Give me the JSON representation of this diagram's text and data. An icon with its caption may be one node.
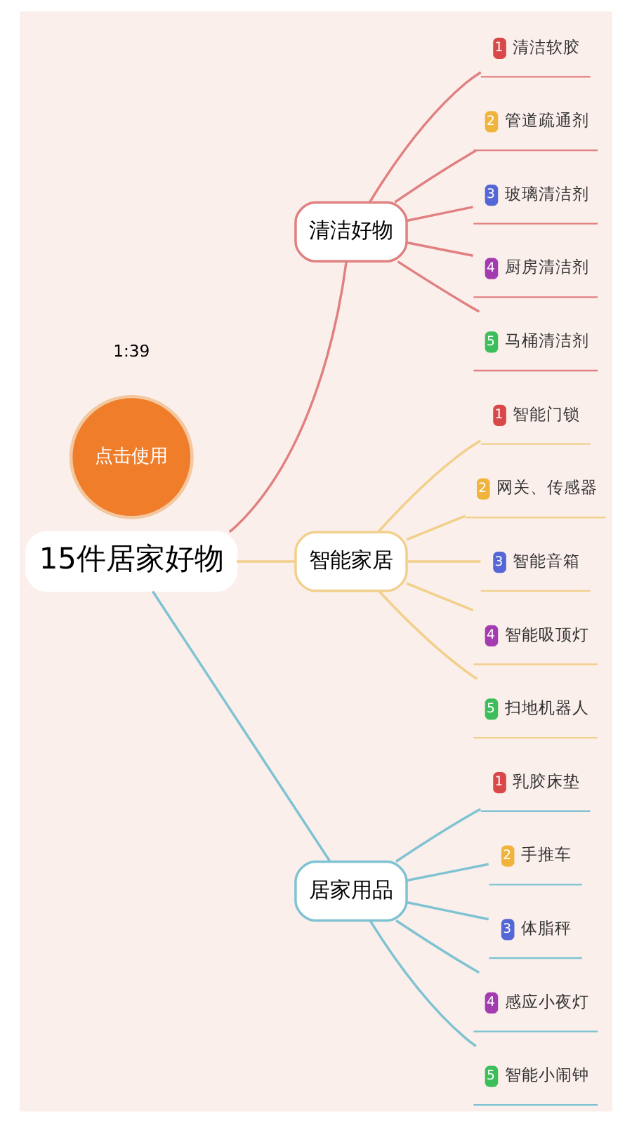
{
  "diagram": {
    "nodes": [
      {
        "text": [
          "15件居家好物"
        ]
      },
      {
        "text": [
          "清洁好物"
        ]
      },
      {
        "text": [
          "1",
          "清洁软胶"
        ]
      },
      {
        "text": [
          "2",
          "管道疏通剂"
        ]
      },
      {
        "text": [
          "3",
          "玻璃清洁剂"
        ]
      },
      {
        "text": [
          "4",
          "厨房清洁剂"
        ]
      },
      {
        "text": [
          "5",
          "马桶清洁剂"
        ]
      },
      {
        "text": [
          "智能家居"
        ]
      },
      {
        "text": [
          "1",
          "智能门锁"
        ]
      },
      {
        "text": [
          "2",
          "网关、传感器"
        ]
      },
      {
        "text": [
          "3",
          "智能音箱"
        ]
      },
      {
        "text": [
          "4",
          "智能吸顶灯"
        ]
      },
      {
        "text": [
          "5",
          "扫地机器人"
        ]
      },
      {
        "text": [
          "居家用品"
        ]
      },
      {
        "text": [
          "1",
          "乳胶床垫"
        ]
      },
      {
        "text": [
          "2",
          "手推车"
        ]
      },
      {
        "text": [
          "3",
          "体脂秤"
        ]
      },
      {
        "text": [
          "4",
          "感应小夜灯"
        ]
      },
      {
        "text": [
          "5",
          "智能小闹钟"
        ]
      },
      {
        "text": [
          "点击使用"
        ]
      }
    ],
    "edges": [
      {
        "from": 0,
        "to": 1,
        "arrow": "none",
        "color": "#e08080"
      },
      {
        "from": 1,
        "to": 2,
        "arrow": "none",
        "color": "#e08080"
      },
      {
        "from": 1,
        "to": 3,
        "arrow": "none",
        "color": "#e08080"
      },
      {
        "from": 1,
        "to": 4,
        "arrow": "none",
        "color": "#e08080"
      },
      {
        "from": 1,
        "to": 5,
        "arrow": "none",
        "color": "#e08080"
      },
      {
        "from": 1,
        "to": 6,
        "arrow": "none",
        "color": "#e08080"
      },
      {
        "from": 0,
        "to": 7,
        "arrow": "none",
        "color": "#f2cf8a"
      },
      {
        "from": 7,
        "to": 8,
        "arrow": "none",
        "color": "#f2cf8a"
      },
      {
        "from": 7,
        "to": 9,
        "arrow": "none",
        "color": "#f2cf8a"
      },
      {
        "from": 7,
        "to": 10,
        "arrow": "none",
        "color": "#f2cf8a"
      },
      {
        "from": 7,
        "to": 11,
        "arrow": "none",
        "color": "#f2cf8a"
      },
      {
        "from": 7,
        "to": 12,
        "arrow": "none",
        "color": "#f2cf8a"
      },
      {
        "from": 0,
        "to": 13,
        "arrow": "none",
        "color": "#7fc3d3"
      },
      {
        "from": 13,
        "to": 14,
        "arrow": "none",
        "color": "#7fc3d3"
      },
      {
        "from": 13,
        "to": 15,
        "arrow": "none",
        "color": "#7fc3d3"
      },
      {
        "from": 13,
        "to": 16,
        "arrow": "none",
        "color": "#7fc3d3"
      },
      {
        "from": 13,
        "to": 17,
        "arrow": "none",
        "color": "#7fc3d3"
      },
      {
        "from": 13,
        "to": 18,
        "arrow": "none",
        "color": "#7fc3d3"
      }
    ],
    "labels": [
      "1:39"
    ]
  }
}
